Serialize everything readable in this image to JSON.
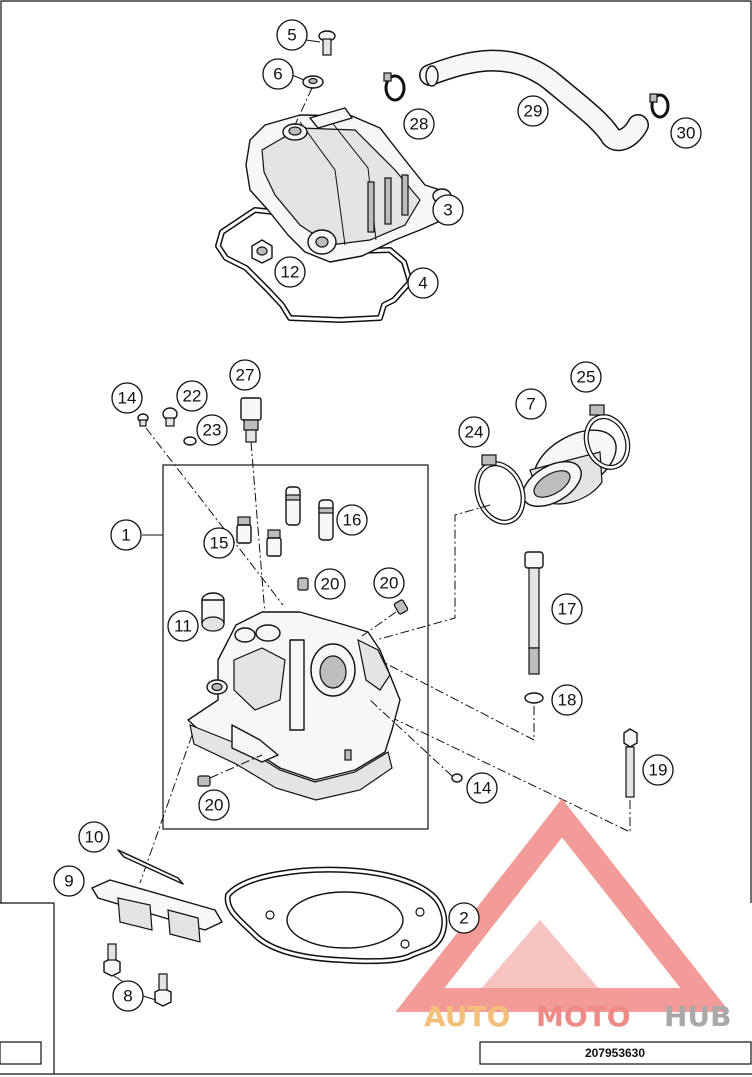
{
  "diagram": {
    "part_number": "207953630",
    "callouts": [
      "1",
      "2",
      "3",
      "4",
      "5",
      "6",
      "7",
      "8",
      "9",
      "10",
      "11",
      "12",
      "14",
      "14",
      "15",
      "16",
      "17",
      "18",
      "19",
      "20",
      "20",
      "20",
      "22",
      "23",
      "24",
      "25",
      "27",
      "28",
      "29",
      "30"
    ]
  },
  "watermark": {
    "brand_part_1": "AUTO",
    "brand_part_2": "MOTO",
    "brand_part_3": "HUB",
    "colors": {
      "auto": "#f4bf7a",
      "moto": "#f08a86",
      "hub": "#a9a9a9",
      "logo": "#f08a86"
    }
  }
}
